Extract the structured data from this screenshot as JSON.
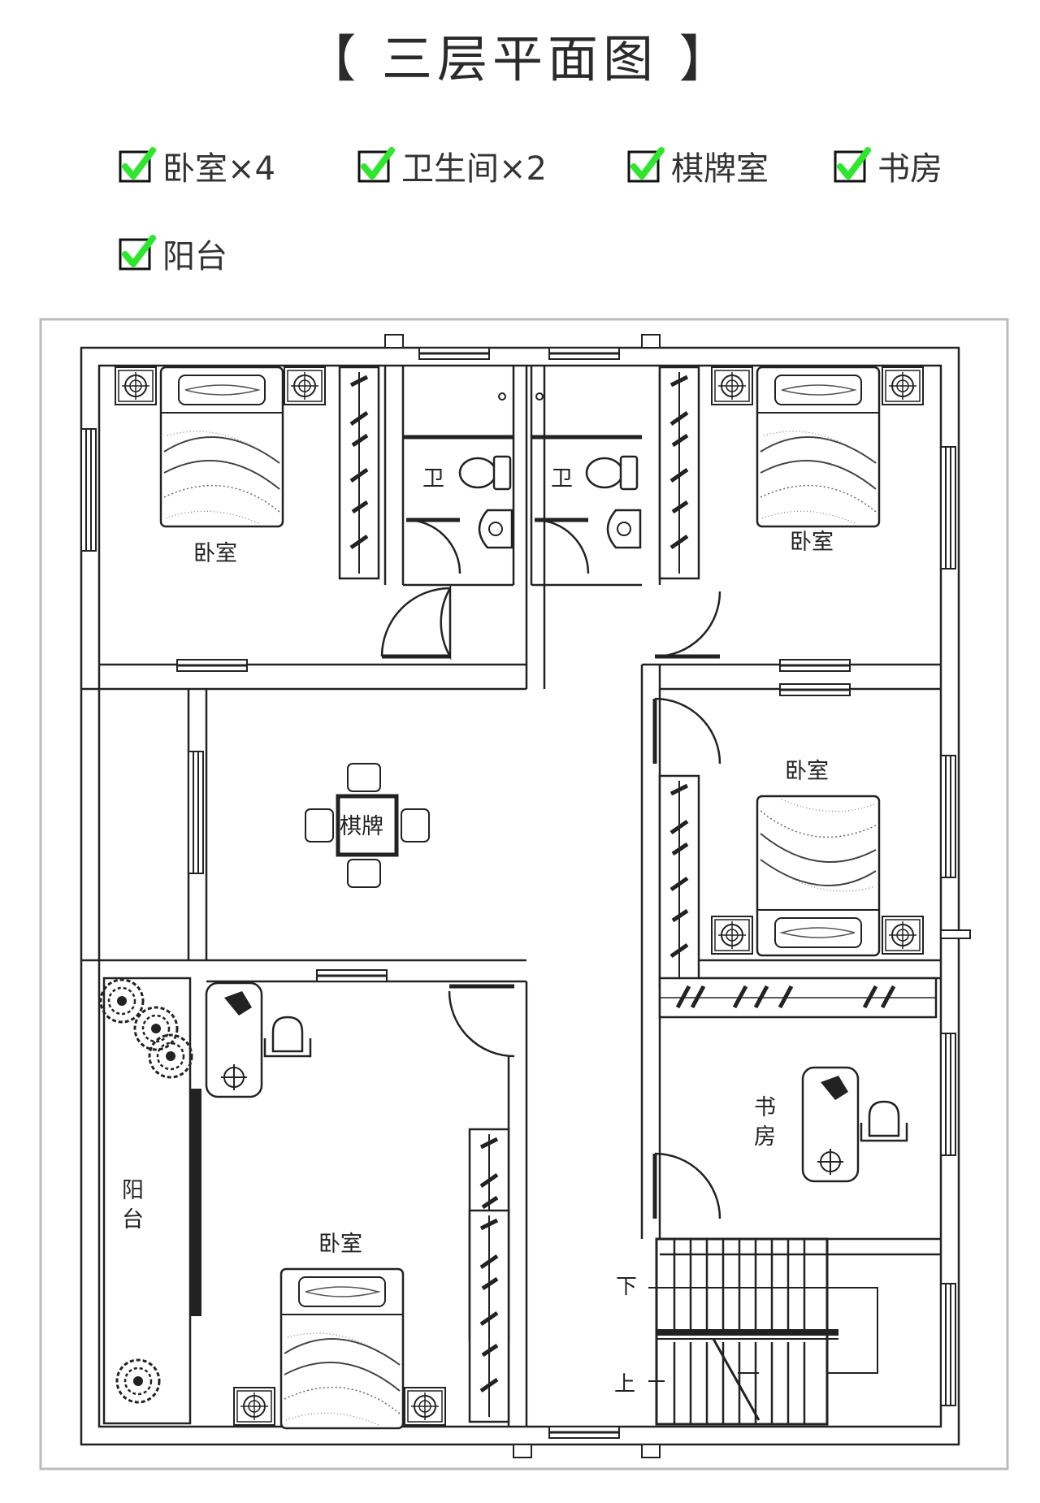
{
  "title": "【 三层平面图 】",
  "features": [
    {
      "label": "卧室×4"
    },
    {
      "label": "卫生间×2"
    },
    {
      "label": "棋牌室"
    },
    {
      "label": "书房"
    },
    {
      "label": "阳台"
    }
  ],
  "colors": {
    "check": "#2ee62e",
    "check_border": "#111111",
    "wall": "#222222",
    "frame": "#bbbbbb"
  },
  "rooms": {
    "bedroom_nw": "卧室",
    "bath_left": "卫",
    "bath_right": "卫",
    "bedroom_ne": "卧室",
    "bedroom_e": "卧室",
    "mahjong": "棋牌",
    "study_1": "书",
    "study_2": "房",
    "balcony_1": "阳",
    "balcony_2": "台",
    "bedroom_sw": "卧室",
    "stair_down": "下",
    "stair_up": "上"
  }
}
